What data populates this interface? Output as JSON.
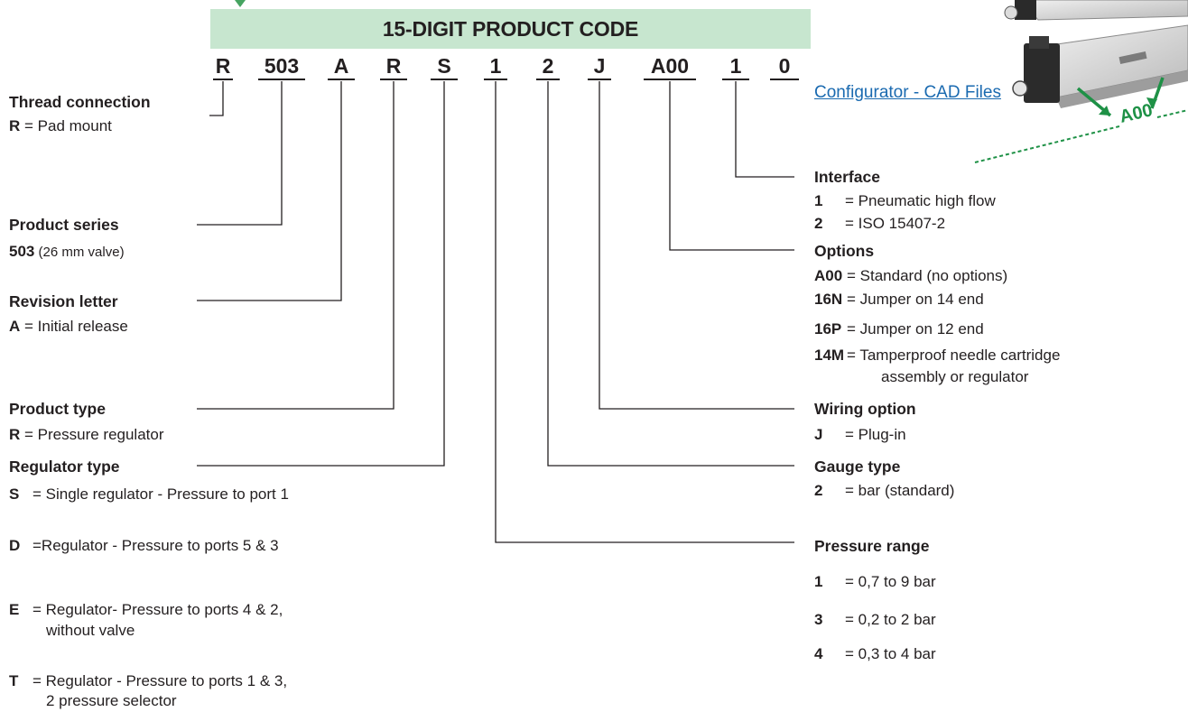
{
  "header": {
    "title": "15-DIGIT PRODUCT CODE"
  },
  "code_segments": [
    "R",
    "503",
    "A",
    "R",
    "S",
    "1",
    "2",
    "J",
    "A00",
    "1",
    "0"
  ],
  "link": {
    "label": "Configurator - CAD Files"
  },
  "image": {
    "badge": "A00"
  },
  "left": {
    "thread": {
      "heading": "Thread connection",
      "key": "R",
      "text": " = Pad mount"
    },
    "series": {
      "heading": "Product series",
      "key": "503",
      "text": " (26 mm valve)"
    },
    "revision": {
      "heading": "Revision letter",
      "key": "A",
      "text": " = Initial release"
    },
    "product_type": {
      "heading": "Product type",
      "key": "R",
      "text": " =  Pressure regulator"
    },
    "regulator_type": {
      "heading": "Regulator type",
      "items": [
        {
          "key": "S",
          "text": "= Single regulator - Pressure to port 1",
          "text2": ""
        },
        {
          "key": "D",
          "text": "=Regulator - Pressure to ports 5 & 3",
          "text2": ""
        },
        {
          "key": "E",
          "text": "= Regulator- Pressure to ports 4 & 2,",
          "text2": "without valve"
        },
        {
          "key": "T",
          "text": "= Regulator - Pressure to ports 1 & 3,",
          "text2": "2 pressure selector"
        }
      ]
    }
  },
  "right": {
    "interface": {
      "heading": "Interface",
      "items": [
        {
          "key": "1",
          "text": "= Pneumatic high flow"
        },
        {
          "key": "2",
          "text": "= ISO 15407-2"
        }
      ]
    },
    "options": {
      "heading": "Options",
      "items": [
        {
          "key": "A00",
          "text": "= Standard (no options)",
          "text2": ""
        },
        {
          "key": "16N",
          "text": "=  Jumper on 14 end",
          "text2": ""
        },
        {
          "key": "16P",
          "text": "=  Jumper on 12 end",
          "text2": ""
        },
        {
          "key": "14M",
          "text": "=  Tamperproof needle cartridge",
          "text2": "assembly or regulator"
        }
      ]
    },
    "wiring": {
      "heading": "Wiring option",
      "items": [
        {
          "key": "J",
          "text": "= Plug-in"
        }
      ]
    },
    "gauge": {
      "heading": "Gauge type",
      "items": [
        {
          "key": "2",
          "text": "= bar (standard)"
        }
      ]
    },
    "pressure": {
      "heading": "Pressure range",
      "items": [
        {
          "key": "1",
          "text": "= 0,7 to 9 bar"
        },
        {
          "key": "3",
          "text": "= 0,2 to 2 bar"
        },
        {
          "key": "4",
          "text": "= 0,3 to 4 bar"
        }
      ]
    }
  },
  "colors": {
    "banner": "#c7e6cf",
    "link": "#1a6ab0",
    "arrow": "#1e9146",
    "text": "#231f20"
  }
}
